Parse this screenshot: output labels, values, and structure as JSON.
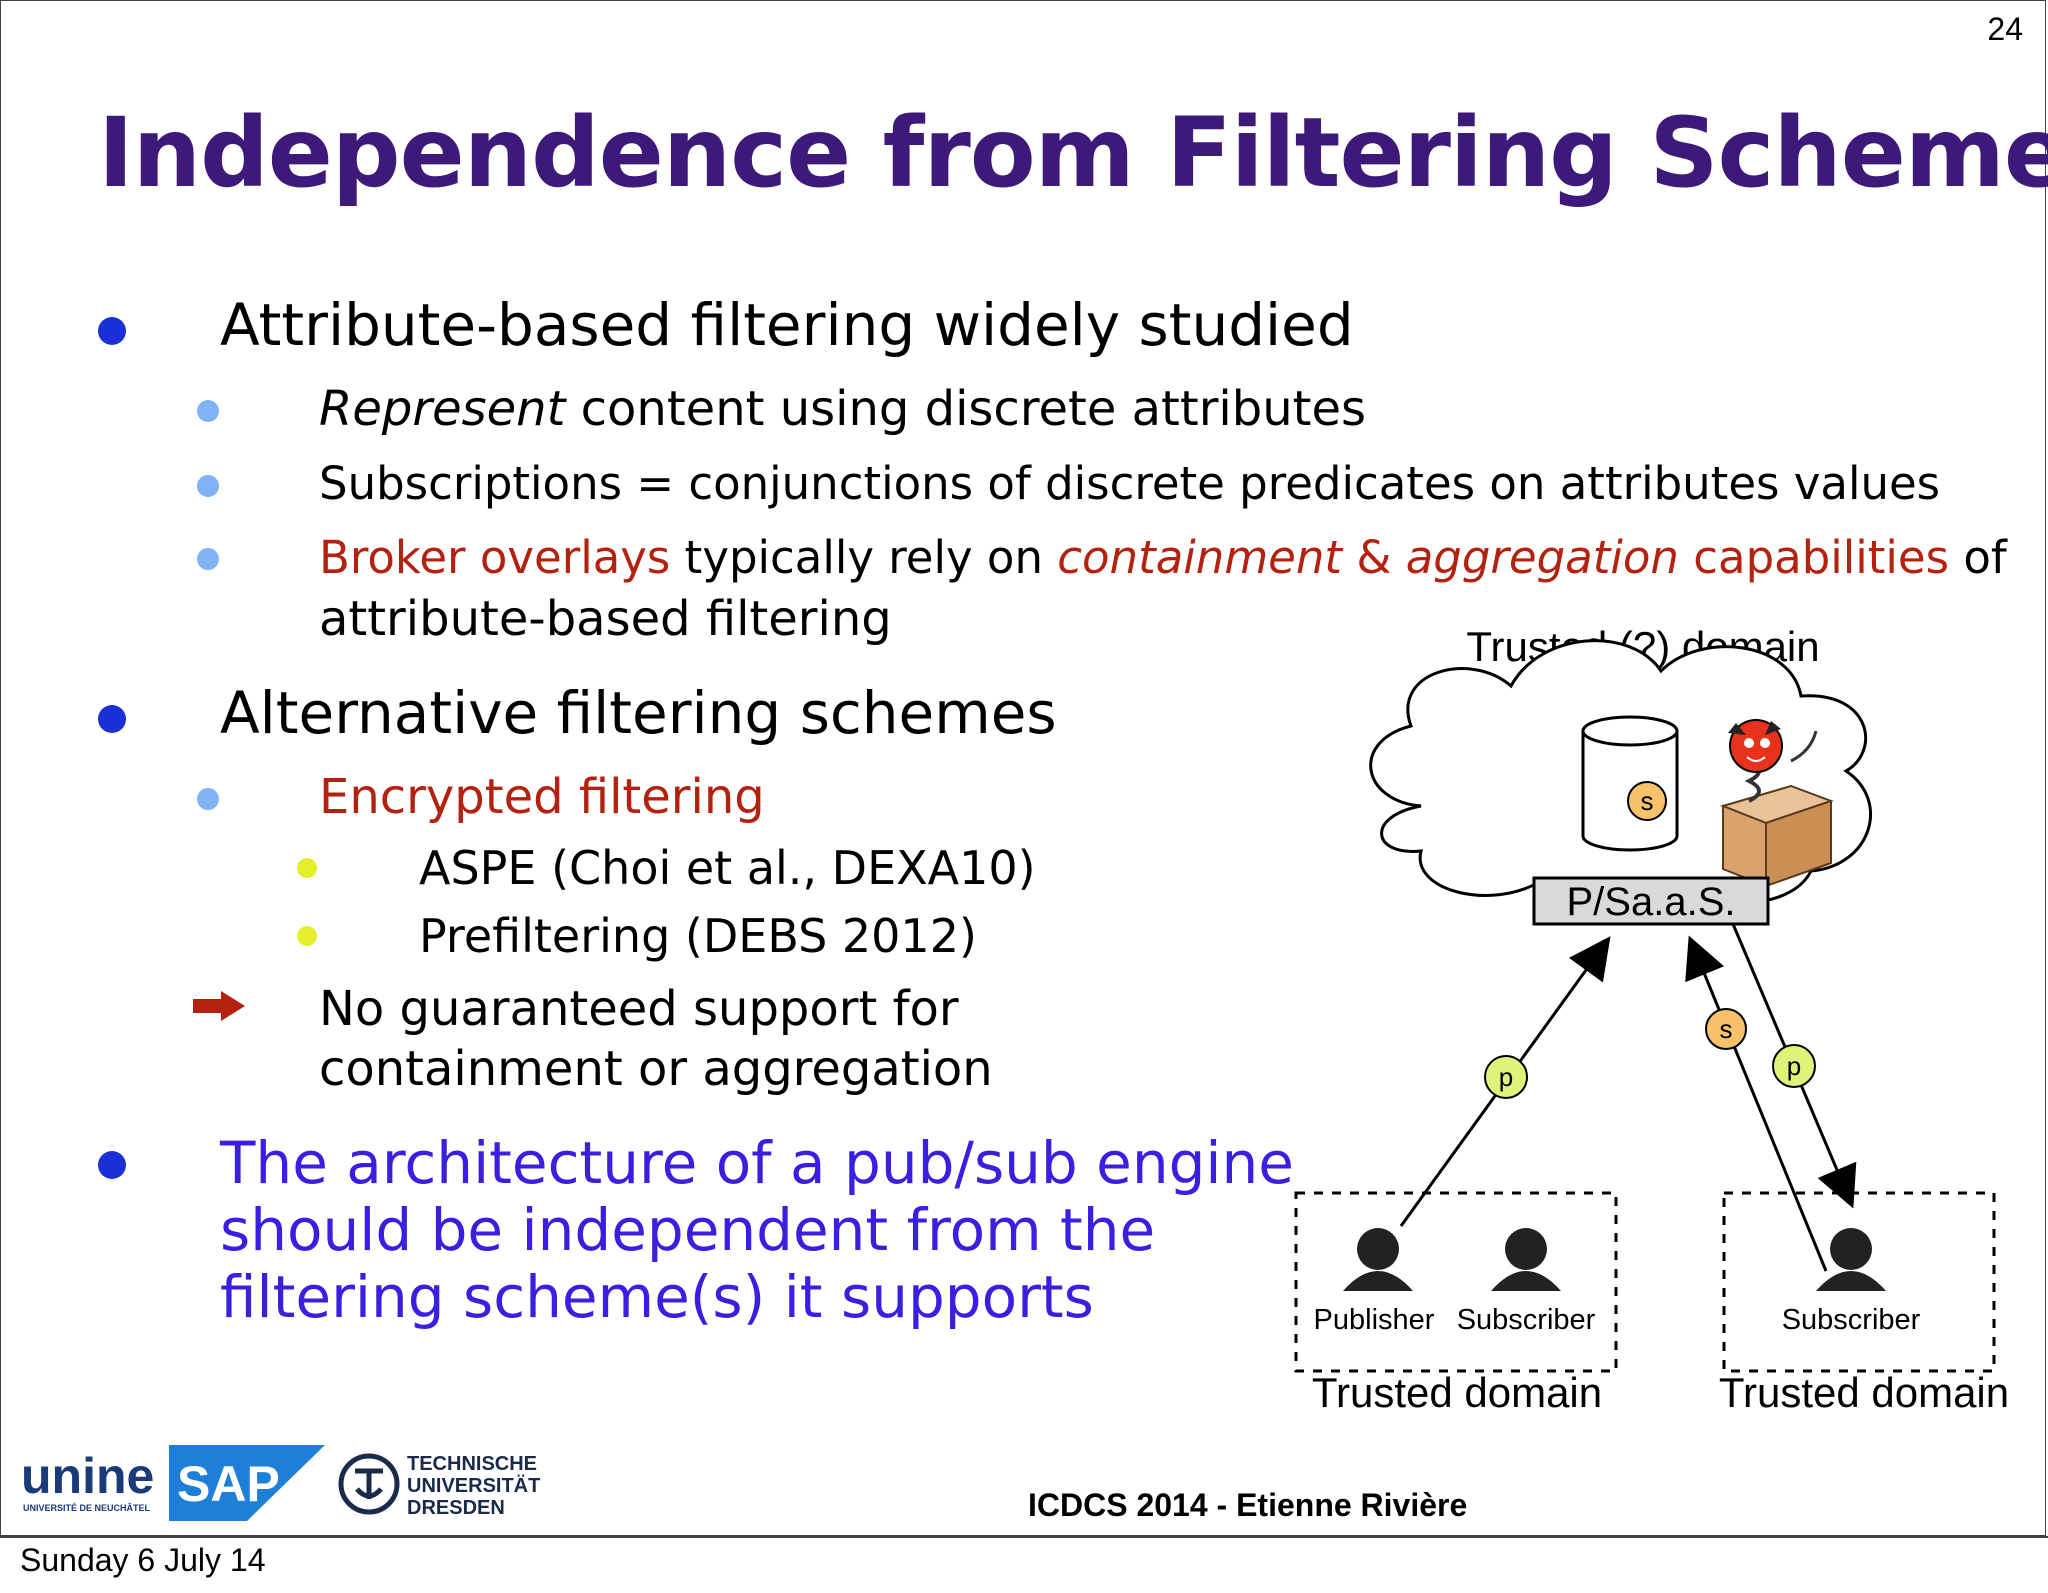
{
  "page_number": "24",
  "title": "Independence from Filtering Scheme",
  "bullets": {
    "b1": "Attribute-based filtering widely studied",
    "b1_1_em": "Represent",
    "b1_1_rest": " content using discrete attributes",
    "b1_2": "Subscriptions = conjunctions of discrete predicates on attributes values",
    "b1_3_a": "Broker overlays",
    "b1_3_b": " typically rely on ",
    "b1_3_c": "containment",
    "b1_3_d": " & ",
    "b1_3_e": "aggregation",
    "b1_3_f": " capabilities",
    "b1_3_g": " of",
    "b1_3_line2": "attribute-based filtering",
    "b2": "Alternative filtering schemes",
    "b2_1": "Encrypted filtering",
    "b2_1_1": "ASPE (Choi et al., DEXA10)",
    "b2_1_2": "Prefiltering (DEBS 2012)",
    "b2_arrow_line1": "No guaranteed support for",
    "b2_arrow_line2": "containment or aggregation",
    "b3_line1": "The architecture of a pub/sub engine",
    "b3_line2": "should be independent from the",
    "b3_line3": "filtering scheme(s) it supports"
  },
  "diagram": {
    "cloud_label": "Trusted (?) domain",
    "service_label": "P/Sa.a.S.",
    "store_badge": "s",
    "arrow_badge_s": "s",
    "arrow_badge_p_left": "p",
    "arrow_badge_p_right": "p",
    "left_box_publisher": "Publisher",
    "left_box_subscriber": "Subscriber",
    "right_box_subscriber": "Subscriber",
    "left_domain_label": "Trusted domain",
    "right_domain_label": "Trusted domain"
  },
  "footer": {
    "credit": "ICDCS 2014 - Etienne Rivière",
    "date": "Sunday 6 July 14",
    "logo_unine": "unine",
    "logo_unine_sub": "UNIVERSITÉ DE NEUCHÂTEL",
    "logo_sap": "SAP",
    "logo_tud": "TECHNISCHE UNIVERSITÄT DRESDEN"
  },
  "colors": {
    "title": "#3d1a7a",
    "emphasis_red": "#b4210f",
    "conclusion_purple": "#3a1fe0",
    "badge_p": "#dff27a",
    "badge_s": "#f7c26b"
  }
}
